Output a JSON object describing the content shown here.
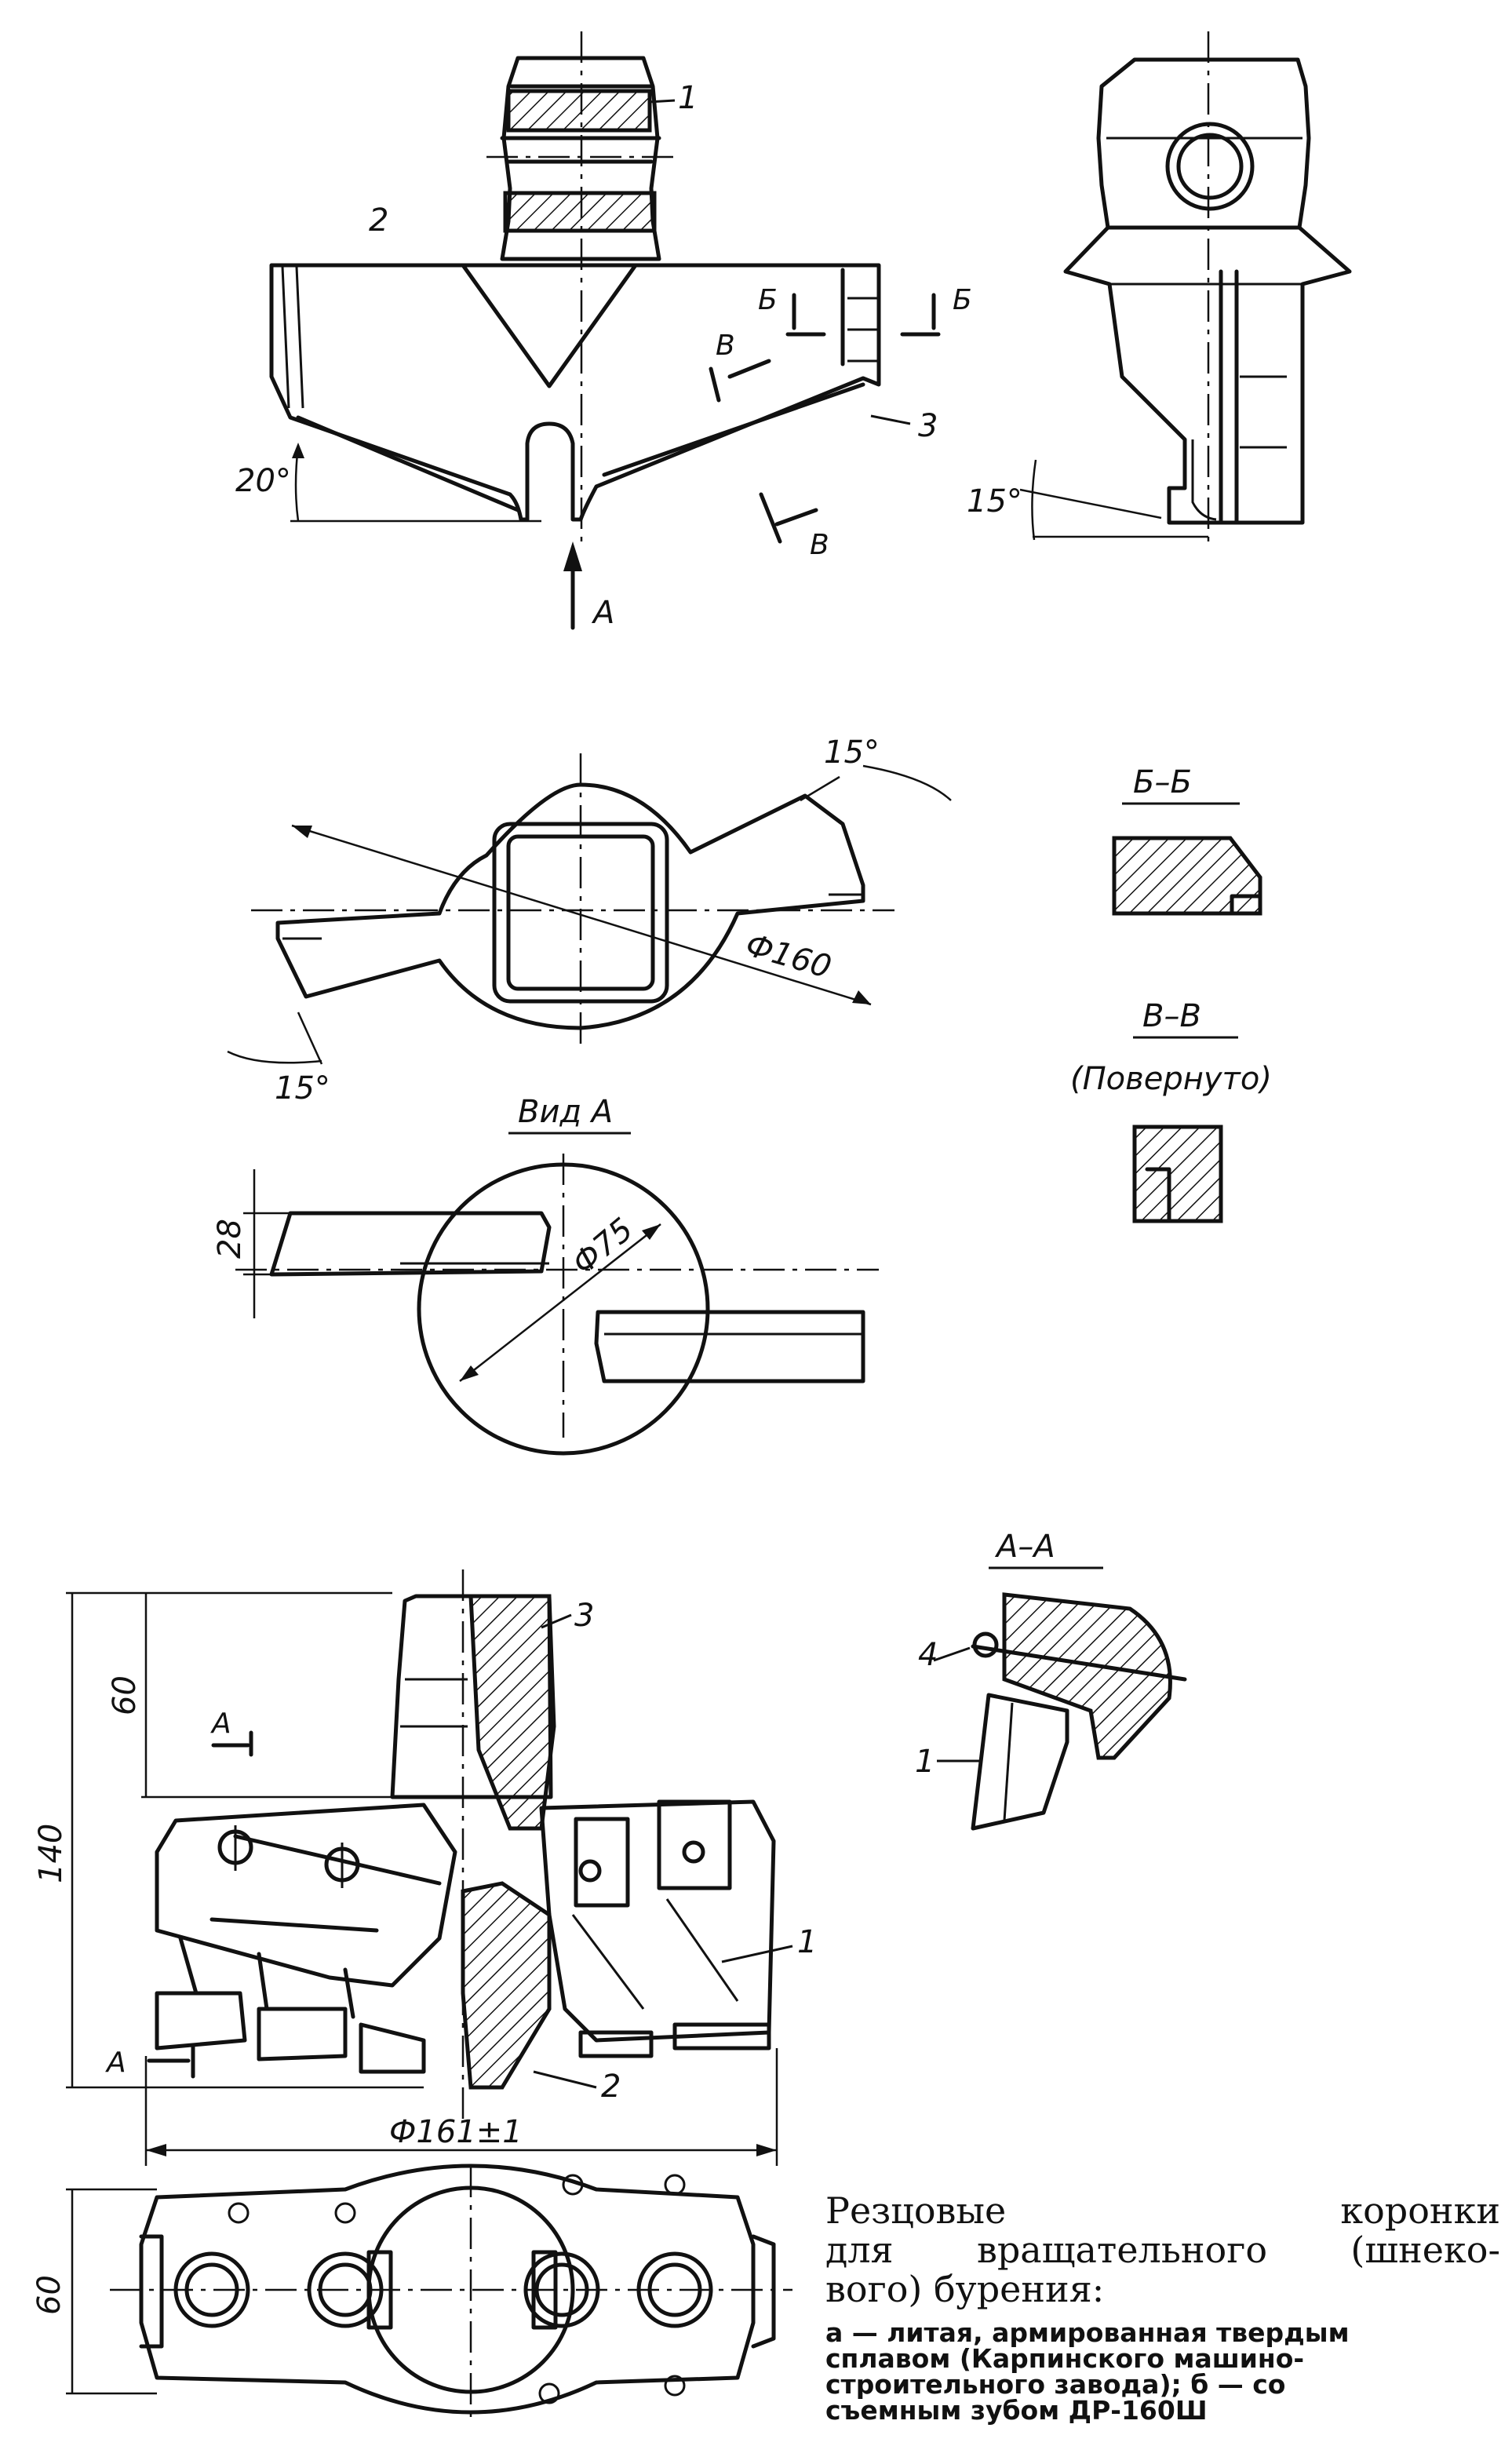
{
  "figure_a": {
    "front_view": {
      "callout_1": "1",
      "callout_2": "2",
      "callout_3": "3",
      "angle_label": "20°",
      "view_arrow_label": "А",
      "section_b_left": "Б",
      "section_b_right": "Б",
      "section_v_top": "В",
      "section_v_bottom": "В"
    },
    "side_view": {
      "angle_label": "15°"
    },
    "plan_view": {
      "angle_top": "15°",
      "angle_bottom": "15°",
      "diameter": "Ф160"
    },
    "section_bb": {
      "title": "Б–Б"
    },
    "section_vv": {
      "title": "В–В",
      "subtitle": "(Повернуто)"
    },
    "view_a": {
      "title": "Вид А",
      "dim_height": "28",
      "diameter": "Ф75"
    }
  },
  "figure_b": {
    "callout_1": "1",
    "callout_2": "2",
    "callout_3": "3",
    "dim_total_height": "140",
    "dim_upper": "60",
    "dim_diameter": "Ф161±1",
    "section_a_top": "А",
    "section_a_bottom": "А",
    "plan_dim_height": "60",
    "section_aa": {
      "title": "А–А",
      "callout_4": "4",
      "callout_1": "1"
    }
  },
  "caption": {
    "title_line1": "Резцовые    коронки",
    "title_line2": "для    вращательного    (шнеко-",
    "title_line3": "вого) бурения:",
    "body_line1": "а — литая,  армированная  твердым",
    "body_line2": "сплавом  (Карпинского  машино-",
    "body_line3": "строительного   завода);   б — со",
    "body_line4": "съемным  зубом  ДР-160Ш"
  }
}
